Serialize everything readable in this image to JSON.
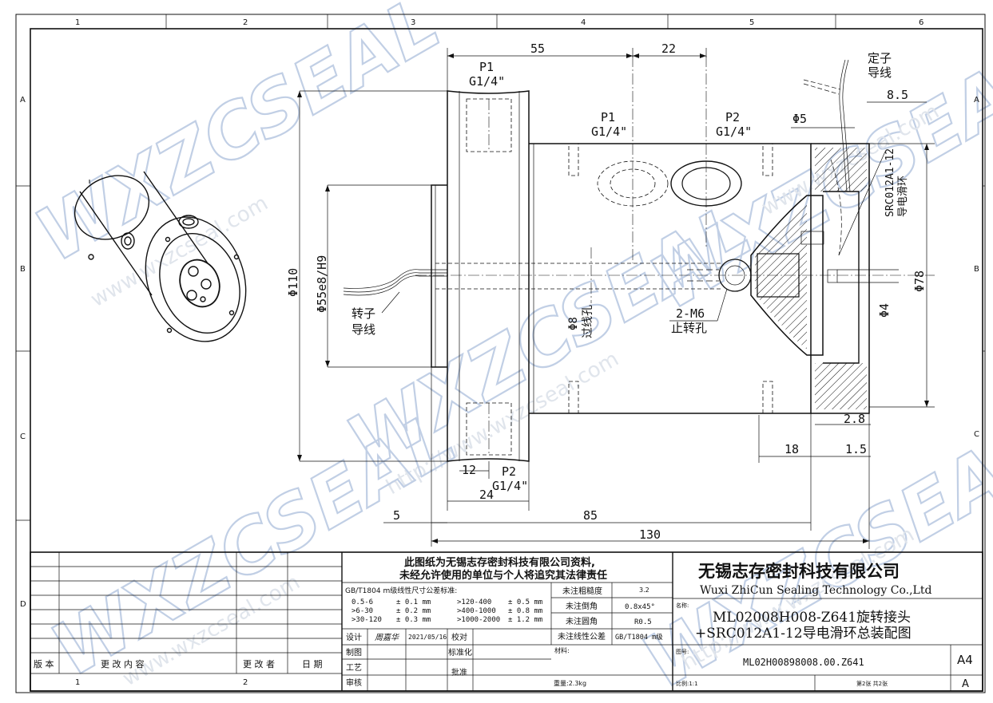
{
  "sheet": {
    "border_cols": [
      "1",
      "2",
      "3",
      "4",
      "5",
      "6"
    ],
    "border_rows": [
      "A",
      "B",
      "C",
      "D"
    ],
    "bottom_cols": [
      "1",
      "2"
    ]
  },
  "watermark": {
    "logo_text": "WXZCSEAL",
    "url_a": "www.wxzcseal.com",
    "url_b": "http://www.wxzcseal.com"
  },
  "drawing": {
    "port_p1_top": "P1",
    "port_p1_top_thread": "G1/4\"",
    "port_p1_mid": "P1",
    "port_p1_mid_thread": "G1/4\"",
    "port_p2_right": "P2",
    "port_p2_right_thread": "G1/4\"",
    "port_p2_bottom": "P2",
    "port_p2_bottom_thread": "G1/4\"",
    "stator_wire_1": "定子",
    "stator_wire_2": "导线",
    "rotor_wire_1": "转子",
    "rotor_wire_2": "导线",
    "slip_ring_model": "SRC012A1-12",
    "slip_ring_name": "导电滑环",
    "set_screw_1": "2-M6",
    "set_screw_2": "止转孔",
    "through_hole_1": "Φ8",
    "through_hole_2": "过线孔",
    "dims": {
      "d55": "55",
      "d22": "22",
      "d8_5": "8.5",
      "phi5": "Φ5",
      "phi110": "Φ110",
      "phi55": "Φ55e8/H9",
      "phi78": "Φ78",
      "phi4": "Φ4",
      "d12": "12",
      "d24": "24",
      "d5": "5",
      "d85": "85",
      "d130": "130",
      "d18": "18",
      "d1_5": "1.5",
      "d2_8": "2.8"
    }
  },
  "title_block": {
    "revision_headers": [
      "版 本",
      "更 改 内 容",
      "更 改 者",
      "日 期"
    ],
    "confidential_1": "此图纸为无锡志存密封科技有限公司资料,",
    "confidential_2": "未经允许使用的单位与个人将追究其法律责任",
    "tolerance_title": "GB/T1804 m级线性尺寸公差标准:",
    "tolerance_rows": [
      [
        "0.5-6",
        "± 0.1 mm",
        ">120-400",
        "± 0.5 mm"
      ],
      [
        ">6-30",
        "± 0.2 mm",
        ">400-1000",
        "± 0.8 mm"
      ],
      [
        ">30-120",
        "± 0.3 mm",
        ">1000-2000",
        "± 1.2 mm"
      ]
    ],
    "roughness_label": "未注粗糙度",
    "roughness_value": "3.2",
    "chamfer_label": "未注倒角",
    "chamfer_value": "0.8x45°",
    "fillet_label": "未注圆角",
    "fillet_value": "R0.5",
    "linear_tol_label": "未注线性公差",
    "linear_tol_value": "GB/T1804 m级",
    "design_label": "设计",
    "designer": "周嘉华",
    "design_date": "2021/05/16",
    "check_label": "校对",
    "drawn_label": "制图",
    "standard_label": "标准化",
    "process_label": "工艺",
    "approve_label": "批准",
    "review_label": "审核",
    "material_label": "材料:",
    "weight_label": "重量:2.3kg",
    "company_cn": "无锡志存密封科技有限公司",
    "company_en": "Wuxi ZhiCun Sealing Technology Co.,Ltd",
    "name_label": "名称:",
    "title_line_1": "ML02008H008-Z641旋转接头",
    "title_line_2": "+SRC012A1-12导电滑环总装配图",
    "drawing_no_label": "图号:",
    "drawing_no": "ML02H00898008.00.Z641",
    "sheet_size": "A4",
    "revision": "A",
    "scale": "比例:1:1",
    "sheet_of": "第2张   共2张"
  }
}
